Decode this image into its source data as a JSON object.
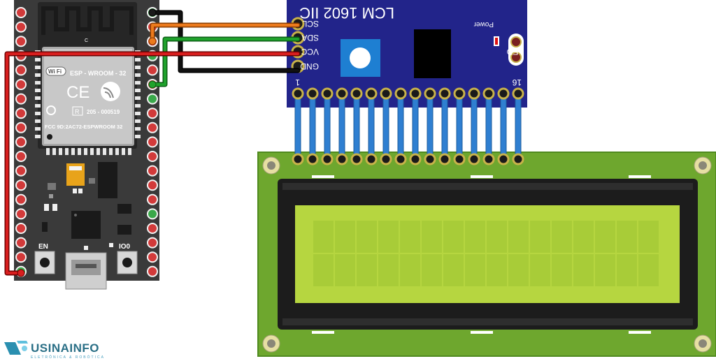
{
  "esp32": {
    "module_name": "ESP - WROOM - 32",
    "wifi_badge": "Wi Fi",
    "cert_mark": "CE",
    "reg_code": "205 - 000519",
    "reg_letter": "R",
    "fcc_id": "FCC 9D:2AC72-ESPWROOM 32",
    "antenna_mark": "C",
    "pin_label": "IIIII",
    "button_en": "EN",
    "button_io0": "IO0"
  },
  "i2c_module": {
    "title": "LCM 1602 IIC",
    "power_label": "Power",
    "led_label": "LED",
    "pins": [
      "SCL",
      "SDA",
      "VCC",
      "GND"
    ],
    "pin_first": "1",
    "pin_last": "16"
  },
  "wires": {
    "scl": "#ec7a1c",
    "sda": "#1fa22c",
    "vcc": "#d81e1e",
    "gnd": "#111111",
    "header_pins": "#2f7fd1"
  },
  "lcd": {
    "pcb_color": "#6ea72e",
    "screen_color": "#b6d640",
    "columns": 16,
    "rows": 2
  },
  "brand": {
    "name": "USINAINFO",
    "tagline": "ELETRÔNICA & ROBÓTICA"
  }
}
